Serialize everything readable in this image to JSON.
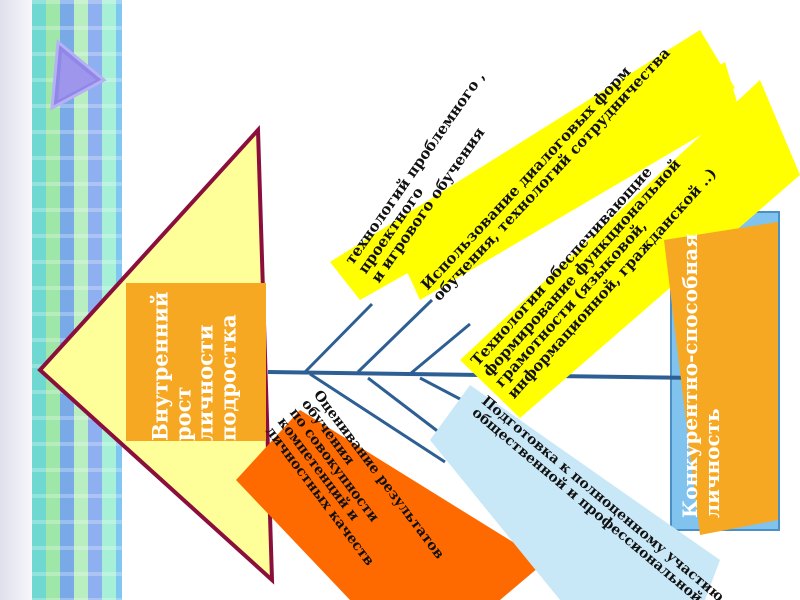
{
  "diagram": {
    "head_box": {
      "label": "Внутренний\nрост\nличности\nподростка"
    },
    "result_box": {
      "label": "Конкурентно-способная\nличность"
    },
    "bones": [
      {
        "label": "технологий проблемного ,\nпроектного\nи игрового обучения"
      },
      {
        "label": "Использование диалоговых форм\nобучения, технологий сотрудничества"
      },
      {
        "label": "Технологии обеспечивающие\nформирование функциональной\nграмотности (языковой,\nинформационной, гражданской ..)"
      },
      {
        "label": "Оценивание результатов\nобучения\nпо совокупности\nкомпетенций и\nличностных качеств"
      },
      {
        "label": "Подготовка к полноценному участию\nобщественной и профессиональной"
      }
    ]
  },
  "colors": {
    "triangle_fill": "#ffff99",
    "triangle_stroke": "#8b0f3c",
    "head_box": "#f7a823",
    "yellow_box": "#ffff00",
    "orange_box": "#ff6a00",
    "lightblue_box": "#c9e8f7",
    "result_back": "#7fc3ee",
    "result_box": "#f7a823",
    "spine": "#2e5f94"
  }
}
